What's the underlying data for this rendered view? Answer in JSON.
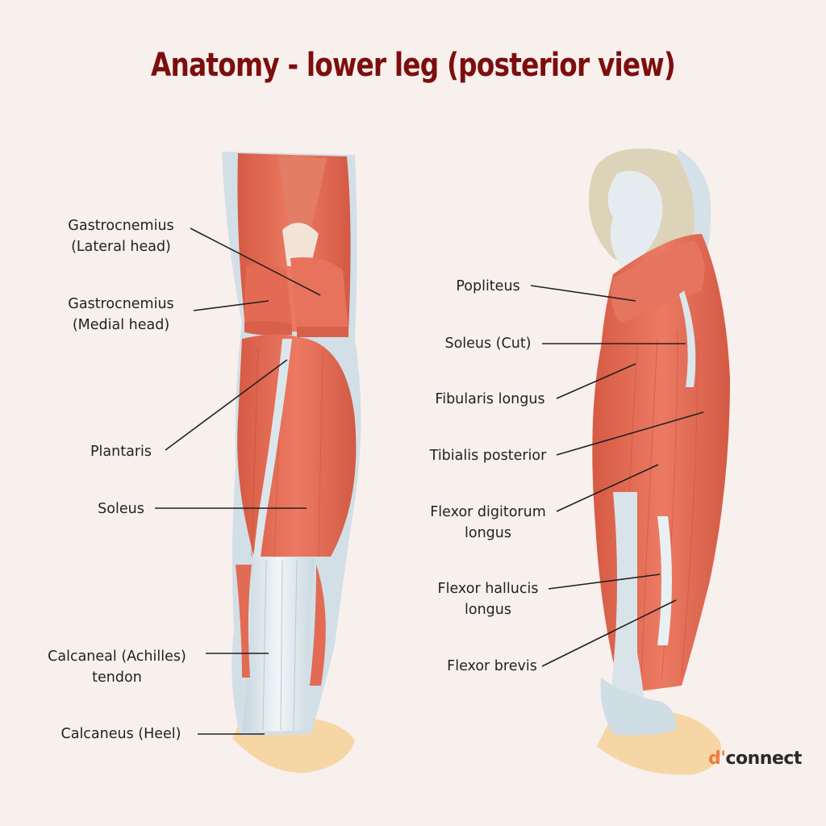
{
  "title": "Anatomy - lower leg (posterior view)",
  "left_labels": {
    "gastroc_lateral_1": "Gastrocnemius",
    "gastroc_lateral_2": "(Lateral head)",
    "gastroc_medial_1": "Gastrocnemius",
    "gastroc_medial_2": "(Medial head)",
    "plantaris": "Plantaris",
    "soleus": "Soleus",
    "achilles_1": "Calcaneal (Achilles)",
    "achilles_2": "tendon",
    "calcaneus": "Calcaneus (Heel)"
  },
  "right_labels": {
    "popliteus": "Popliteus",
    "soleus_cut": "Soleus (Cut)",
    "fibularis": "Fibularis longus",
    "tibialis": "Tibialis posterior",
    "fdl_1": "Flexor digitorum",
    "fdl_2": "longus",
    "fhl_1": "Flexor hallucis",
    "fhl_2": "longus",
    "flexor_brevis": "Flexor brevis"
  },
  "logo": {
    "d": "d'",
    "rest": "connect"
  },
  "colors": {
    "title": "#7d0e0e",
    "muscle": "#e8735c",
    "muscle_dark": "#c9513d",
    "tendon": "#dbe6ec",
    "bone": "#ddd3b8",
    "heel": "#f7d6a6",
    "logo_accent": "#f07b3f"
  }
}
